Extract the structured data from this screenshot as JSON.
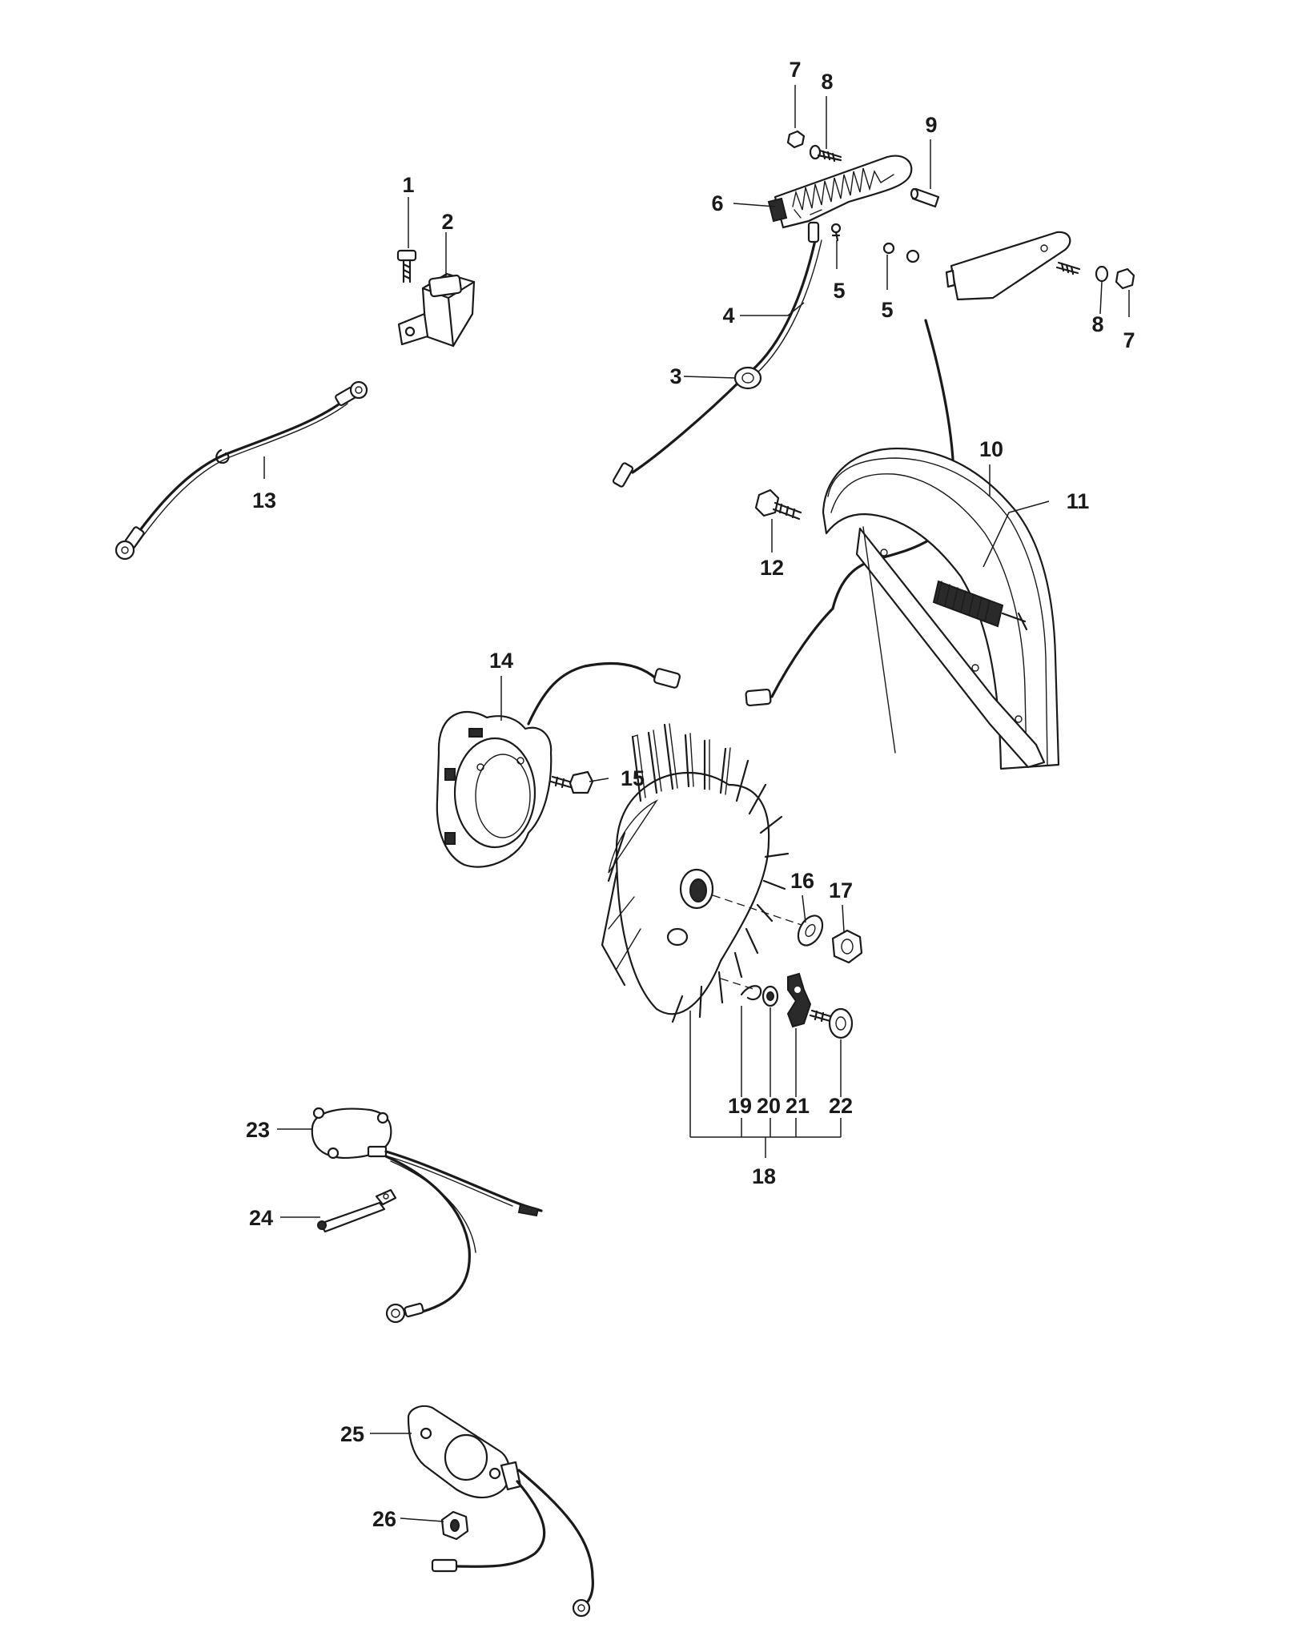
{
  "callouts": [
    {
      "key": "c1",
      "text": "1"
    },
    {
      "key": "c2",
      "text": "2"
    },
    {
      "key": "c3",
      "text": "3"
    },
    {
      "key": "c4",
      "text": "4"
    },
    {
      "key": "c5a",
      "text": "5"
    },
    {
      "key": "c5b",
      "text": "5"
    },
    {
      "key": "c6",
      "text": "6"
    },
    {
      "key": "c7a",
      "text": "7"
    },
    {
      "key": "c7b",
      "text": "7"
    },
    {
      "key": "c8a",
      "text": "8"
    },
    {
      "key": "c8b",
      "text": "8"
    },
    {
      "key": "c9",
      "text": "9"
    },
    {
      "key": "c10",
      "text": "10"
    },
    {
      "key": "c11",
      "text": "11"
    },
    {
      "key": "c12",
      "text": "12"
    },
    {
      "key": "c13",
      "text": "13"
    },
    {
      "key": "c14",
      "text": "14"
    },
    {
      "key": "c15",
      "text": "15"
    },
    {
      "key": "c16",
      "text": "16"
    },
    {
      "key": "c17",
      "text": "17"
    },
    {
      "key": "c18",
      "text": "18"
    },
    {
      "key": "c19",
      "text": "19"
    },
    {
      "key": "c20",
      "text": "20"
    },
    {
      "key": "c21",
      "text": "21"
    },
    {
      "key": "c22",
      "text": "22"
    },
    {
      "key": "c23",
      "text": "23"
    },
    {
      "key": "c24",
      "text": "24"
    },
    {
      "key": "c25",
      "text": "25"
    },
    {
      "key": "c26",
      "text": "26"
    }
  ]
}
